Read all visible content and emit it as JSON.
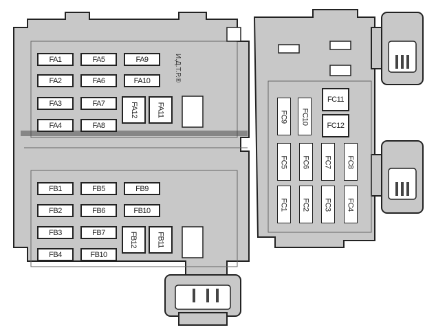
{
  "colors": {
    "housing": "#c8c8c8",
    "outline": "#222222",
    "fuse": "#ffffff"
  },
  "marking": "И.Д.Т.Р.®",
  "block_a": {
    "fuses": [
      "FA1",
      "FA2",
      "FA3",
      "FA4",
      "FA5",
      "FA6",
      "FA7",
      "FA8",
      "FA9",
      "FA10",
      "FA12",
      "FA11"
    ]
  },
  "block_b": {
    "fuses": [
      "FB1",
      "FB2",
      "FB3",
      "FB4",
      "FB5",
      "FB6",
      "FB7",
      "FB10",
      "FB9",
      "FB10",
      "FB12",
      "FB11"
    ]
  },
  "block_c": {
    "fuses": [
      "FC9",
      "FC10",
      "FC11",
      "FC12",
      "FC5",
      "FC6",
      "FC7",
      "FC8",
      "FC1",
      "FC2",
      "FC3",
      "FC4"
    ]
  }
}
